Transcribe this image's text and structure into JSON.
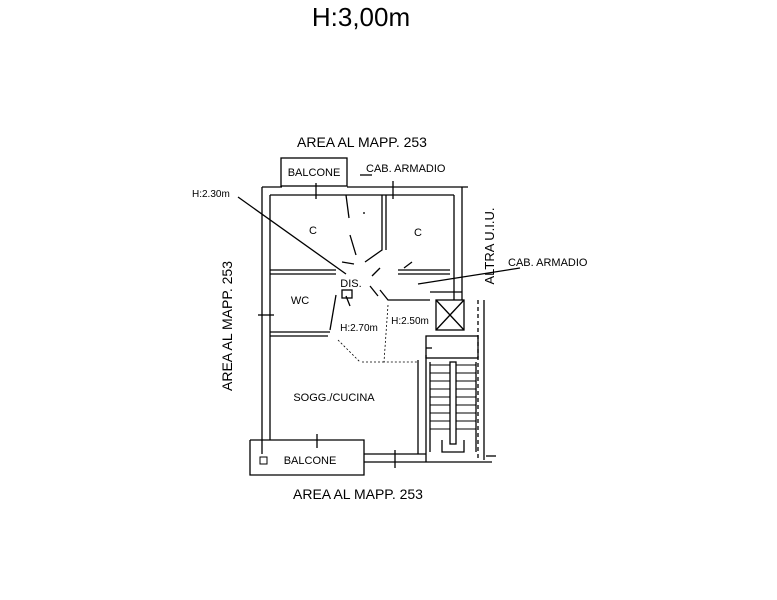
{
  "title": "H:3,00m",
  "labels": {
    "area_top": "AREA AL MAPP. 253",
    "area_bottom": "AREA AL MAPP. 253",
    "area_left": "AREA AL MAPP. 253",
    "altra": "ALTRA U.I.U.",
    "balcone_top": "BALCONE",
    "balcone_bottom": "BALCONE",
    "cab_armadio_top": "CAB. ARMADIO",
    "cab_armadio_right": "CAB. ARMADIO",
    "h230": "H:2.30m",
    "h270": "H:2.70m",
    "h250": "H:2.50m",
    "room_c_left": "C",
    "room_c_right": "C",
    "dis": "DIS.",
    "wc": "WC",
    "sogg_cucina": "SOGG./CUCINA"
  },
  "colors": {
    "line": "#000000",
    "background": "#ffffff"
  }
}
